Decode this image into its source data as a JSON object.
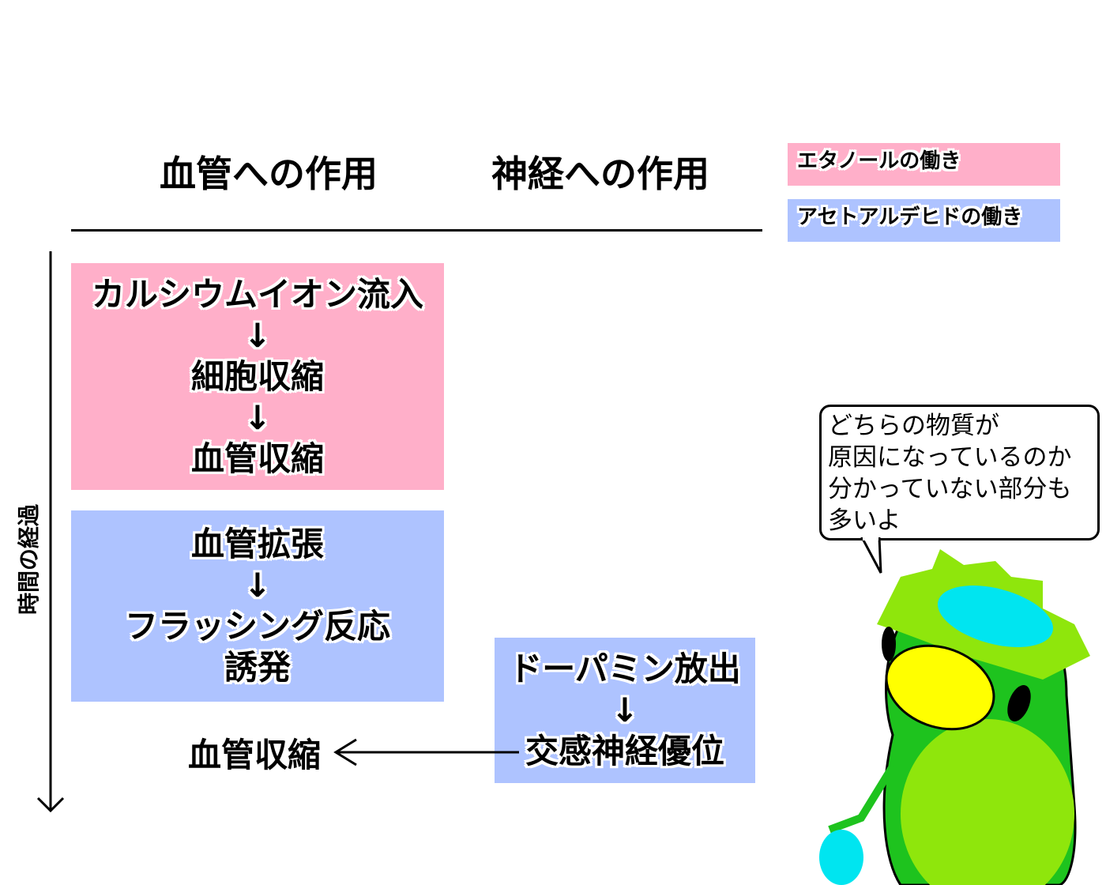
{
  "headers": {
    "vascular": "血管への作用",
    "neural": "神経への作用"
  },
  "legend": {
    "ethanol": {
      "label": "エタノールの働き",
      "color": "#ffafc9"
    },
    "acetaldehyde": {
      "label": "アセトアルデヒドの働き",
      "color": "#aec3ff"
    }
  },
  "time_axis_label": "時間の経過",
  "arrow_glyph": "↓",
  "ethanol_box": [
    "カルシウムイオン流入",
    "細胞収縮",
    "血管収縮"
  ],
  "acetaldehyde_vascular_box": [
    "血管拡張",
    "フラッシング反応",
    "誘発"
  ],
  "acetaldehyde_neural_box": [
    "ドーパミン放出",
    "交感神経優位"
  ],
  "result_label": "血管収縮",
  "speech_bubble": [
    "どちらの物質が",
    "原因になっているのか",
    "分かっていない部分も",
    "多いよ"
  ]
}
